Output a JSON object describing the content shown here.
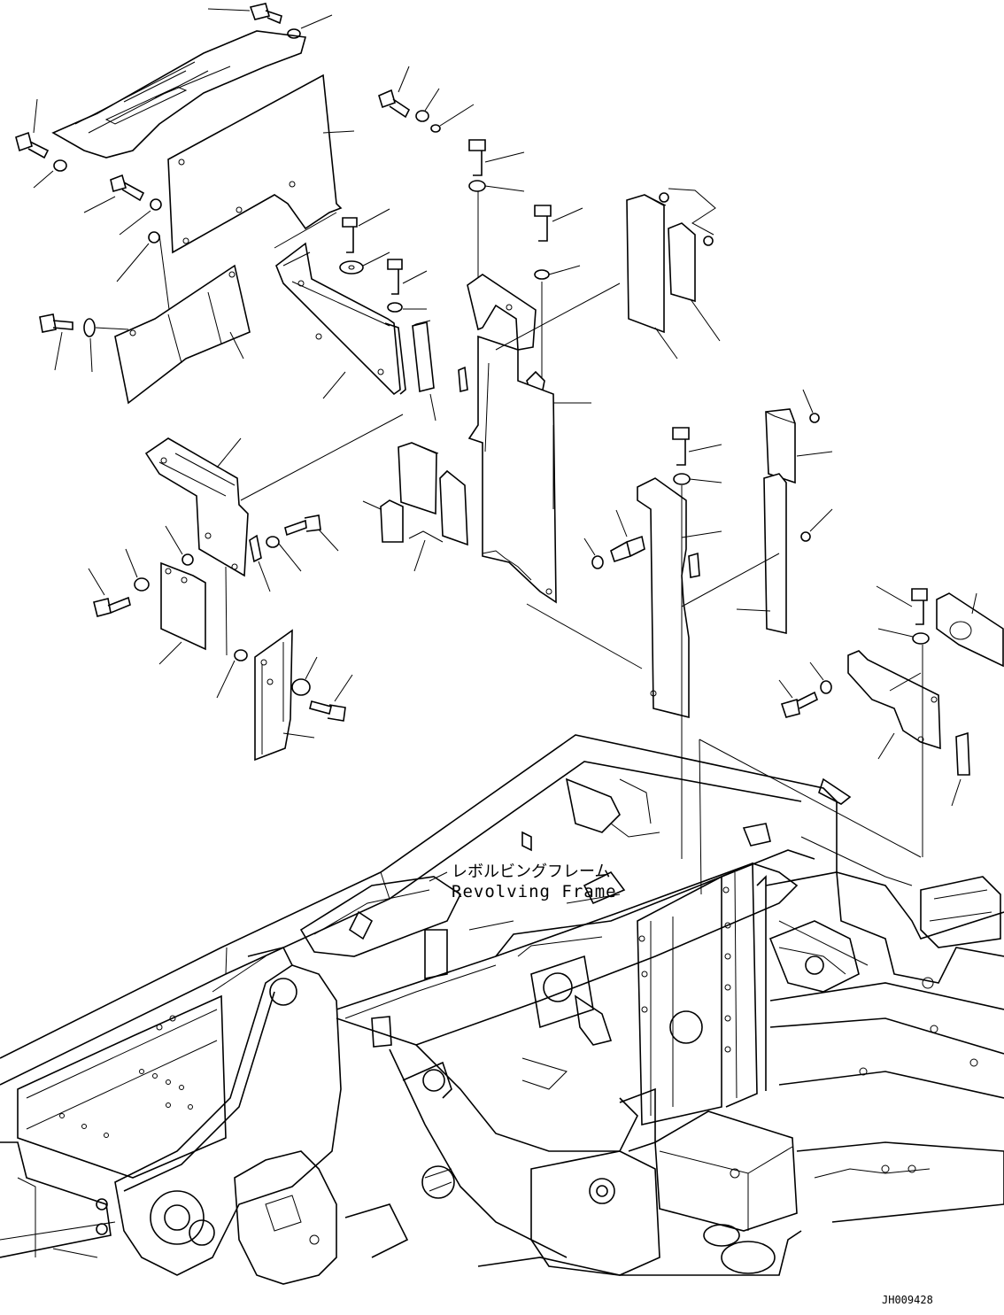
{
  "labels": {
    "frame_jp": "レボルビングフレーム",
    "frame_en": "Revolving Frame",
    "drawing_code": "JH009428"
  }
}
